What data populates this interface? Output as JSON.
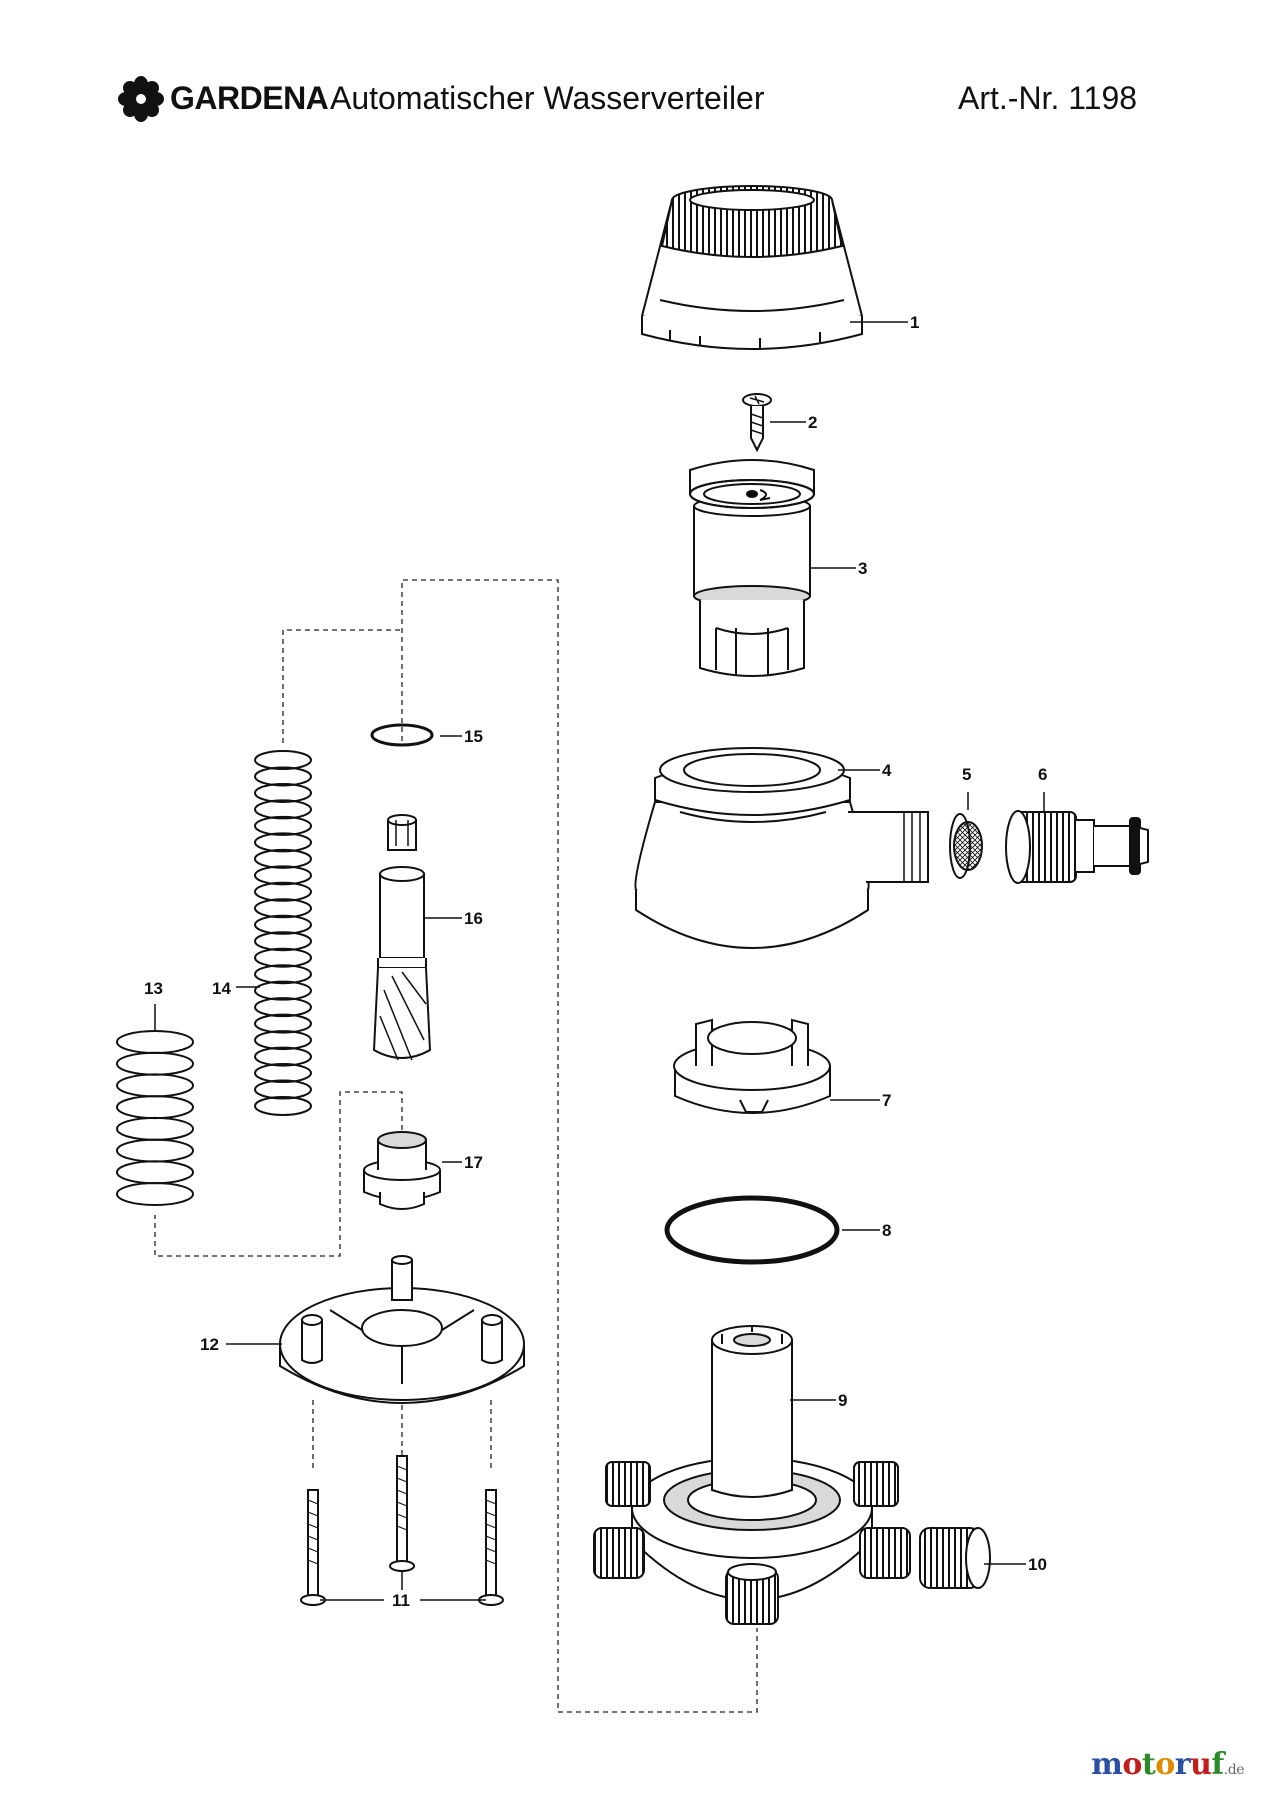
{
  "header": {
    "brand": "GARDENA",
    "title": "Automatischer Wasserverteiler",
    "art_nr": "Art.-Nr. 1198"
  },
  "callouts": [
    "1",
    "2",
    "3",
    "4",
    "5",
    "6",
    "7",
    "8",
    "9",
    "10",
    "11",
    "12",
    "13",
    "14",
    "15",
    "16",
    "17"
  ],
  "watermark": {
    "text": "motoruf",
    "suffix": ".de",
    "colors": [
      "#2a4fa3",
      "#c21d1d",
      "#2a8a2a",
      "#e08a00"
    ]
  },
  "colors": {
    "line": "#111111",
    "shade": "#d9d9d9",
    "dark": "#8a8a8a"
  }
}
